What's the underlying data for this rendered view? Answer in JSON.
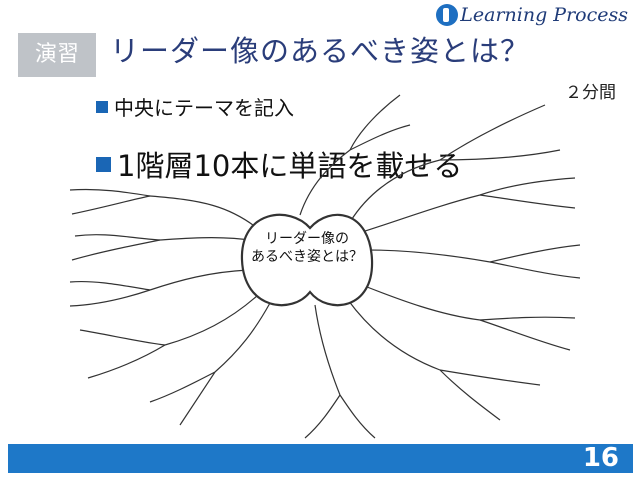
{
  "slide": {
    "tag": "演習",
    "title": "リーダー像のあるべき姿とは？",
    "time_limit": "２分間",
    "bullets": [
      "中央にテーマを記入",
      "1階層10本に単語を載せる"
    ],
    "center_topic_line1": "リーダー像の",
    "center_topic_line2": "あるべき姿とは？",
    "page_number": "16"
  },
  "logo": {
    "text": "Learning Process",
    "icon": "circle-i-logo-icon"
  },
  "colors": {
    "accent": "#1a66b5",
    "footer": "#1e78c8",
    "title": "#2a3d7a",
    "tag_bg": "#bfc3c8"
  }
}
